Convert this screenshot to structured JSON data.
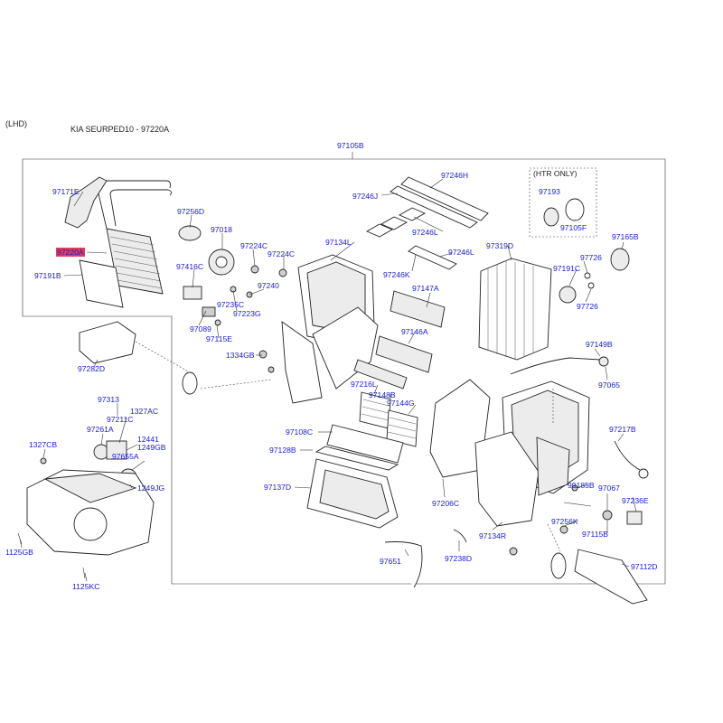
{
  "header": {
    "drive": "(LHD)",
    "model": "KIA SEURPED10 - 97220A"
  },
  "assembly_label": "97105B",
  "htr_only": {
    "title": "(HTR ONLY)",
    "labels": [
      "97193",
      "97105F"
    ]
  },
  "highlight": "97220A",
  "labels": {
    "l97171E": "97171E",
    "l97220A": "97220A",
    "l97191B": "97191B",
    "l97256D": "97256D",
    "l97018": "97018",
    "l97224C_1": "97224C",
    "l97224C_2": "97224C",
    "l97416C": "97416C",
    "l97240": "97240",
    "l97235C": "97235C",
    "l97223G": "97223G",
    "l97089": "97089",
    "l97115E": "97115E",
    "l1334GB": "1334GB",
    "l97134L": "97134L",
    "l97246H": "97246H",
    "l97246J": "97246J",
    "l97246L_1": "97246L",
    "l97246L_2": "97246L",
    "l97246K": "97246K",
    "l97147A": "97147A",
    "l97146A": "97146A",
    "l97216L": "97216L",
    "l97148B": "97148B",
    "l97144G": "97144G",
    "l97108C": "97108C",
    "l97128B": "97128B",
    "l97137D": "97137D",
    "l97206C": "97206C",
    "l97651": "97651",
    "l97238D": "97238D",
    "l97134R": "97134R",
    "l97319D": "97319D",
    "l97165B": "97165B",
    "l97726_1": "97726",
    "l97191C": "97191C",
    "l97726_2": "97726",
    "l97149B": "97149B",
    "l97065": "97065",
    "l97217B": "97217B",
    "l99185B": "99185B",
    "l97067": "97067",
    "l97236E": "97236E",
    "l97256K": "97256K",
    "l97115B": "97115B",
    "l97112D": "97112D",
    "l97282D": "97282D",
    "l97313": "97313",
    "l97211C": "97211C",
    "l1327AC": "1327AC",
    "l97261A": "97261A",
    "l12441": "12441",
    "l1249GB": "1249GB",
    "l1327CB": "1327CB",
    "l97655A": "97655A",
    "l1249JG": "1249JG",
    "l1125GB": "1125GB",
    "l1125KC": "1125KC"
  }
}
